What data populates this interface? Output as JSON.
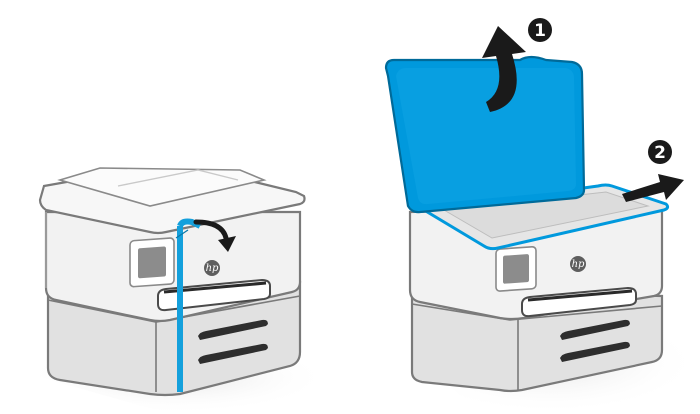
{
  "figure": {
    "left_panel": {
      "brand_logo": "hp",
      "tape_color": "#14a0dc",
      "arrow": "curved-arrow-icon"
    },
    "right_panel": {
      "brand_logo": "hp",
      "lid_color": "#0099dd",
      "steps": [
        {
          "number": "1",
          "arrow": "curved-up-arrow-icon"
        },
        {
          "number": "2",
          "arrow": "right-arrow-icon"
        }
      ]
    }
  }
}
